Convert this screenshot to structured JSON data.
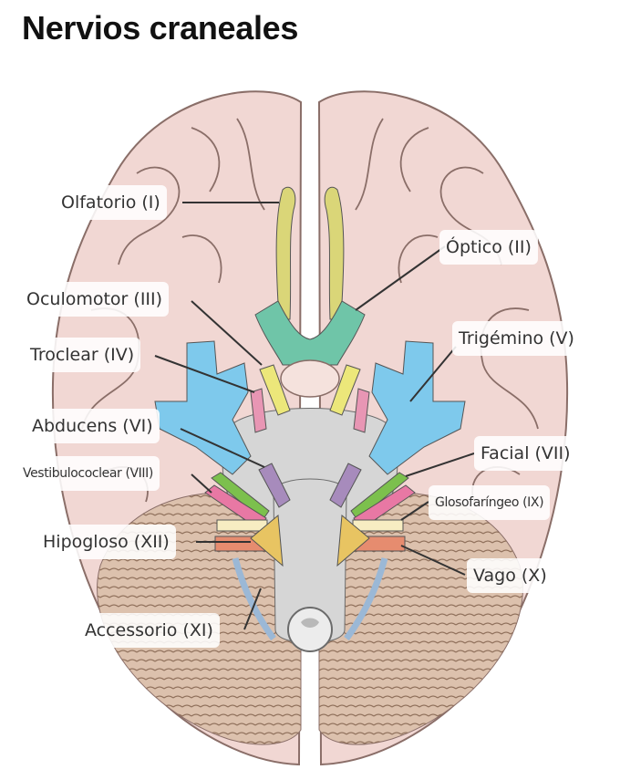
{
  "title": "Nervios craneales",
  "colors": {
    "brain": "#f1d7d3",
    "brain_stroke": "#8a6e68",
    "gray_stroke": "#6b6b6b",
    "cerebellum": "#dcc1ad",
    "brainstem": "#d6d6d6",
    "olfactory": "#dad678",
    "optic": "#6fc5a8",
    "oculomotor": "#ece77a",
    "trochlear": "#e896b4",
    "trigeminal": "#7ec9ec",
    "abducens": "#a78bbc",
    "facial": "#7cc04d",
    "vestibulocochlear": "#e878a4",
    "glossopharyngeal": "#f7edc2",
    "hypoglossal": "#e8c462",
    "vagus": "#e68c6f",
    "accessory": "#9bb8d6"
  },
  "labels": {
    "olfatorio": "Olfatorio (I)",
    "optico": "Óptico (II)",
    "oculomotor": "Oculomotor (III)",
    "troclear": "Troclear (IV)",
    "trigemino": "Trigémino (V)",
    "abducens": "Abducens (VI)",
    "facial": "Facial (VII)",
    "vestibulococlear": "Vestibulococlear (VIII)",
    "glosofaringeo": "Glosofaríngeo (IX)",
    "vago": "Vago (X)",
    "accessorio": "Accessorio (XI)",
    "hipogloso": "Hipogloso (XII)"
  }
}
